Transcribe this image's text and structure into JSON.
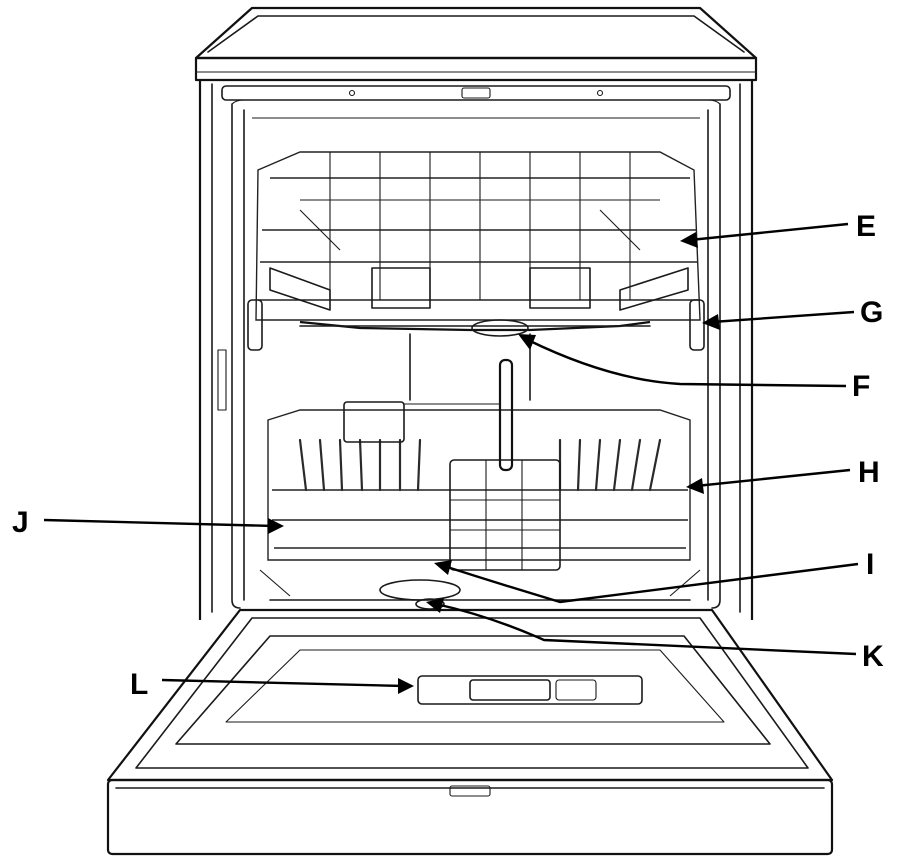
{
  "diagram": {
    "callouts": [
      {
        "id": "E",
        "label": "E"
      },
      {
        "id": "G",
        "label": "G"
      },
      {
        "id": "F",
        "label": "F"
      },
      {
        "id": "H",
        "label": "H"
      },
      {
        "id": "J",
        "label": "J"
      },
      {
        "id": "I",
        "label": "I"
      },
      {
        "id": "K",
        "label": "K"
      },
      {
        "id": "L",
        "label": "L"
      }
    ]
  }
}
